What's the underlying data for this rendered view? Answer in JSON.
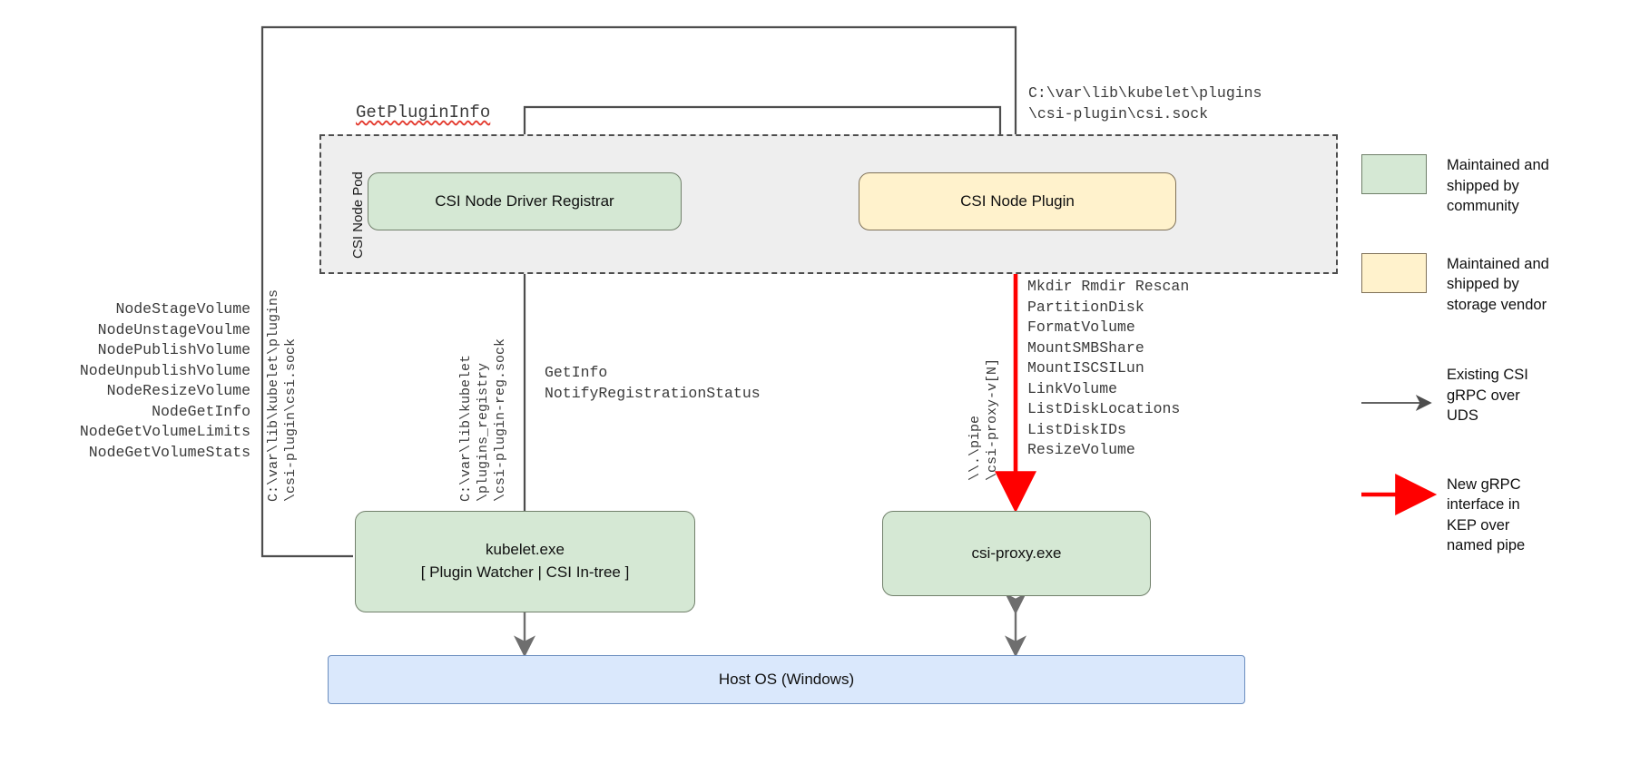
{
  "diagram": {
    "pod": {
      "label": "CSI Node Pod"
    },
    "boxes": {
      "registrar": "CSI Node Driver Registrar",
      "node_plugin": "CSI Node Plugin",
      "kubelet_line1": "kubelet.exe",
      "kubelet_line2": "[ Plugin Watcher | CSI In-tree ]",
      "csi_proxy": "csi-proxy.exe",
      "host_os": "Host OS (Windows)"
    },
    "labels": {
      "get_plugin_info": "GetPluginInfo",
      "plugin_sock_path": "C:\\var\\lib\\kubelet\\plugins\n\\csi-plugin\\csi.sock",
      "node_rpc_list": "NodeStageVolume\nNodeUnstageVoulme\nNodePublishVolume\nNodeUnpublishVolume\nNodeResizeVolume\nNodeGetInfo\nNodeGetVolumeLimits\nNodeGetVolumeStats",
      "left_vertical_path": "C:\\var\\lib\\kubelet\\plugins\n\\csi-plugin\\csi.sock",
      "registry_vertical_path": "C:\\var\\lib\\kubelet\n\\plugins_registry\n\\csi-plugin-reg.sock",
      "registration_rpcs": "GetInfo\nNotifyRegistrationStatus",
      "named_pipe_vertical": "\\\\.\\pipe\n\\csi-proxy-v[N]",
      "proxy_rpc_list": "Mkdir Rmdir Rescan\nPartitionDisk\nFormatVolume\nMountSMBShare\nMountISCSILun\nLinkVolume\nListDiskLocations\nListDiskIDs\nResizeVolume"
    },
    "legend": [
      {
        "kind": "swatch-green",
        "color": "#d5e8d4",
        "text": "Maintained and\nshipped by\ncommunity"
      },
      {
        "kind": "swatch-yellow",
        "color": "#fff2cc",
        "text": "Maintained and\nshipped by\nstorage vendor"
      },
      {
        "kind": "arrow-gray",
        "color": "#4d4d4d",
        "text": "Existing CSI\ngRPC over\nUDS"
      },
      {
        "kind": "arrow-red",
        "color": "#ff0000",
        "text": "New gRPC\ninterface in\nKEP over\nnamed pipe"
      }
    ]
  }
}
